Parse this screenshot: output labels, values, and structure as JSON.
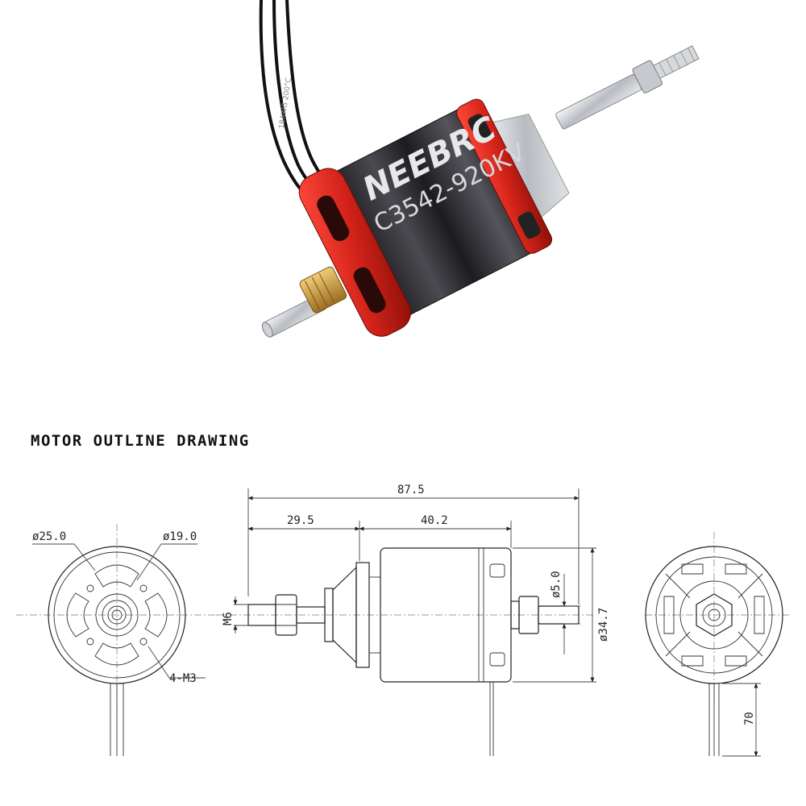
{
  "photo": {
    "brand": "NEEBRC",
    "model": "C3542-920KV",
    "wire_text": "18AWG 200°C",
    "colors": {
      "bell_red": "#d4231a",
      "can_dark": "#2a2a2e",
      "shaft": "#c8ccd0",
      "collet": "#c99a3a"
    }
  },
  "drawing": {
    "title": "MOTOR OUTLINE DRAWING",
    "front_view": {
      "outer_dia": "ø25.0",
      "inner_dia": "ø19.0",
      "mount_holes": "4-M3"
    },
    "side_view": {
      "overall_length": "87.5",
      "shaft_section": "29.5",
      "body_length": "40.2",
      "thread": "M6",
      "shaft_dia": "ø5.0",
      "body_dia": "ø34.7"
    },
    "rear_view": {
      "lead_length": "70"
    }
  }
}
